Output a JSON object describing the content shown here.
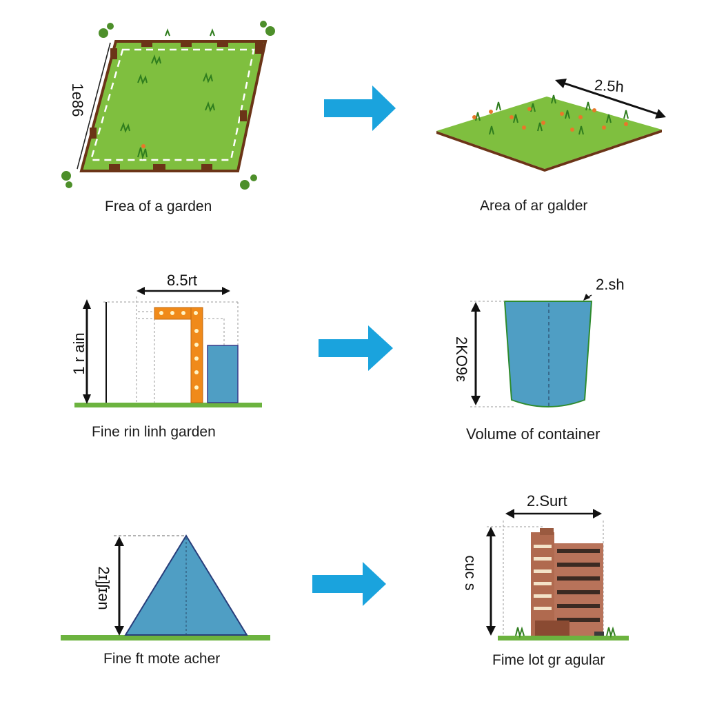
{
  "rows": [
    {
      "left": {
        "caption": "Frea of a garden",
        "dim_side": "1e86"
      },
      "right": {
        "caption": "Area of ar galder",
        "dim_top": "2.5h"
      }
    },
    {
      "left": {
        "caption": "Fine rin linh garden",
        "dim_top": "8.5rt",
        "dim_side": "1 r ain"
      },
      "right": {
        "caption": "Volume of container",
        "dim_top": "2.sh",
        "dim_side": "2KO9ε"
      }
    },
    {
      "left": {
        "caption": "Fine ft mote acher",
        "dim_side": "2ɪ]ʃɪən"
      },
      "right": {
        "caption": "Fime lot gr agular",
        "dim_top": "2.Surt",
        "dim_side": "cuc s"
      }
    }
  ],
  "colors": {
    "arrow": "#1aa3dd",
    "grass": "#6cb33f",
    "soil": "#7a3b1f",
    "water": "#4f9ec4",
    "brick": "#b06a4f",
    "orange": "#f08a1a"
  }
}
